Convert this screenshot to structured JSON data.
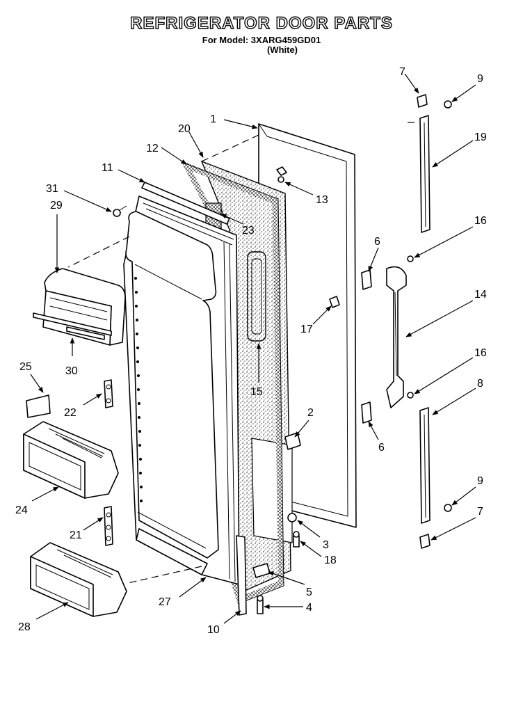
{
  "header": {
    "title": "REFRIGERATOR DOOR PARTS",
    "model_line": "For Model: 3XARG459GD01",
    "color_line": "(White)"
  },
  "callouts": {
    "c1": "1",
    "c2": "2",
    "c3": "3",
    "c4": "4",
    "c5": "5",
    "c6a": "6",
    "c6b": "6",
    "c7a": "7",
    "c7b": "7",
    "c8": "8",
    "c9a": "9",
    "c9b": "9",
    "c10": "10",
    "c11": "11",
    "c12": "12",
    "c13": "13",
    "c14": "14",
    "c15": "15",
    "c16a": "16",
    "c16b": "16",
    "c17": "17",
    "c18": "18",
    "c19": "19",
    "c20": "20",
    "c21": "21",
    "c22": "22",
    "c23": "23",
    "c24": "24",
    "c25": "25",
    "c27": "27",
    "c28": "28",
    "c29": "29",
    "c30": "30",
    "c31": "31"
  }
}
